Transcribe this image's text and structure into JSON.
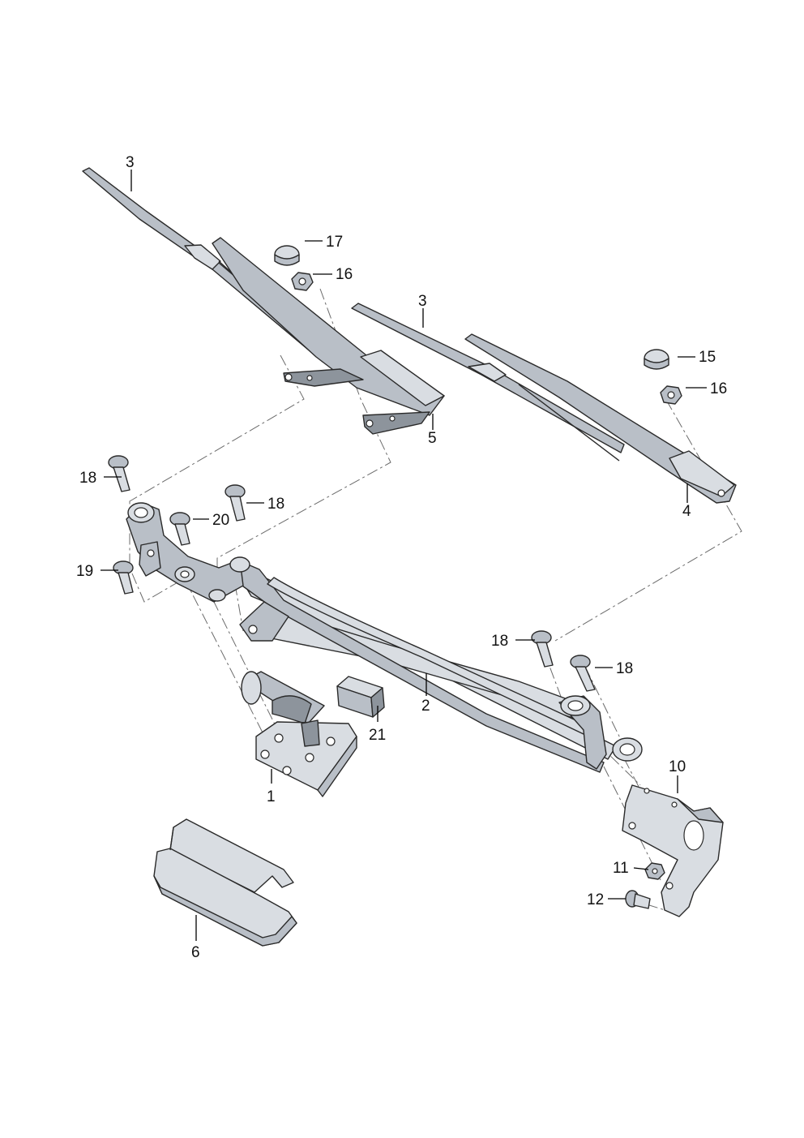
{
  "diagram": {
    "callouts": {
      "c1": "1",
      "c2": "2",
      "c3a": "3",
      "c3b": "3",
      "c4": "4",
      "c5": "5",
      "c6": "6",
      "c10": "10",
      "c11": "11",
      "c12": "12",
      "c15": "15",
      "c16a": "16",
      "c16b": "16",
      "c17": "17",
      "c18a": "18",
      "c18b": "18",
      "c18c": "18",
      "c18d": "18",
      "c19": "19",
      "c20": "20",
      "c21": "21"
    }
  }
}
